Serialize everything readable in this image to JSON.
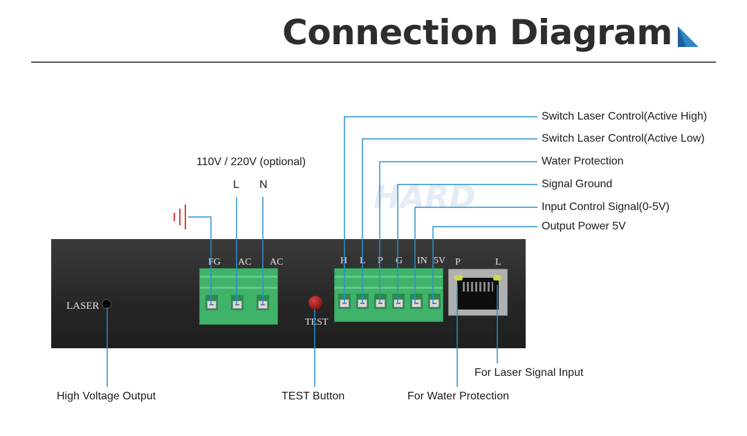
{
  "header": {
    "title": "Connection Diagram"
  },
  "power": {
    "voltage_label": "110V / 220V (optional)",
    "l_label": "L",
    "n_label": "N"
  },
  "signal_labels": [
    "Switch Laser Control(Active High)",
    "Switch Laser Control(Active Low)",
    "Water Protection",
    "Signal Ground",
    "Input Control Signal(0-5V)",
    "Output Power 5V"
  ],
  "device": {
    "laser_label": "LASER",
    "test_label": "TEST",
    "power_terminals": [
      "FG",
      "AC",
      "AC"
    ],
    "signal_terminals": [
      "H",
      "L",
      "P",
      "G",
      "IN",
      "5V"
    ],
    "rj45_labels": [
      "P",
      "L"
    ]
  },
  "bottom_labels": {
    "high_voltage": "High Voltage Output",
    "test_button": "TEST Button",
    "water_protection": "For Water Protection",
    "laser_signal": "For Laser Signal Input"
  },
  "colors": {
    "line": "#2a8fd0",
    "terminal": "#3fb36a",
    "device": "#2a2a2a",
    "ground": "#e03a3a"
  }
}
